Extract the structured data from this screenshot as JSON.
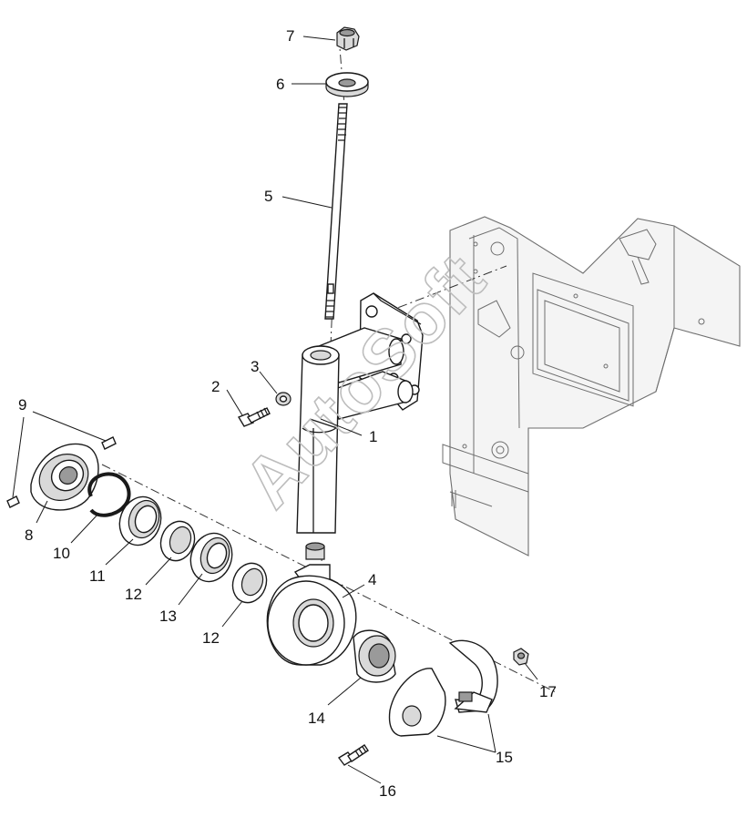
{
  "watermark": "AutoSoft",
  "callouts": [
    {
      "id": "c1",
      "text": "1"
    },
    {
      "id": "c2",
      "text": "2"
    },
    {
      "id": "c3",
      "text": "3"
    },
    {
      "id": "c4",
      "text": "4"
    },
    {
      "id": "c5",
      "text": "5"
    },
    {
      "id": "c6",
      "text": "6"
    },
    {
      "id": "c7",
      "text": "7"
    },
    {
      "id": "c8",
      "text": "8"
    },
    {
      "id": "c9",
      "text": "9"
    },
    {
      "id": "c10",
      "text": "10"
    },
    {
      "id": "c11",
      "text": "11"
    },
    {
      "id": "c12a",
      "text": "12"
    },
    {
      "id": "c13",
      "text": "13"
    },
    {
      "id": "c12b",
      "text": "12"
    },
    {
      "id": "c14",
      "text": "14"
    },
    {
      "id": "c15",
      "text": "15"
    },
    {
      "id": "c16",
      "text": "16"
    },
    {
      "id": "c17",
      "text": "17"
    }
  ]
}
